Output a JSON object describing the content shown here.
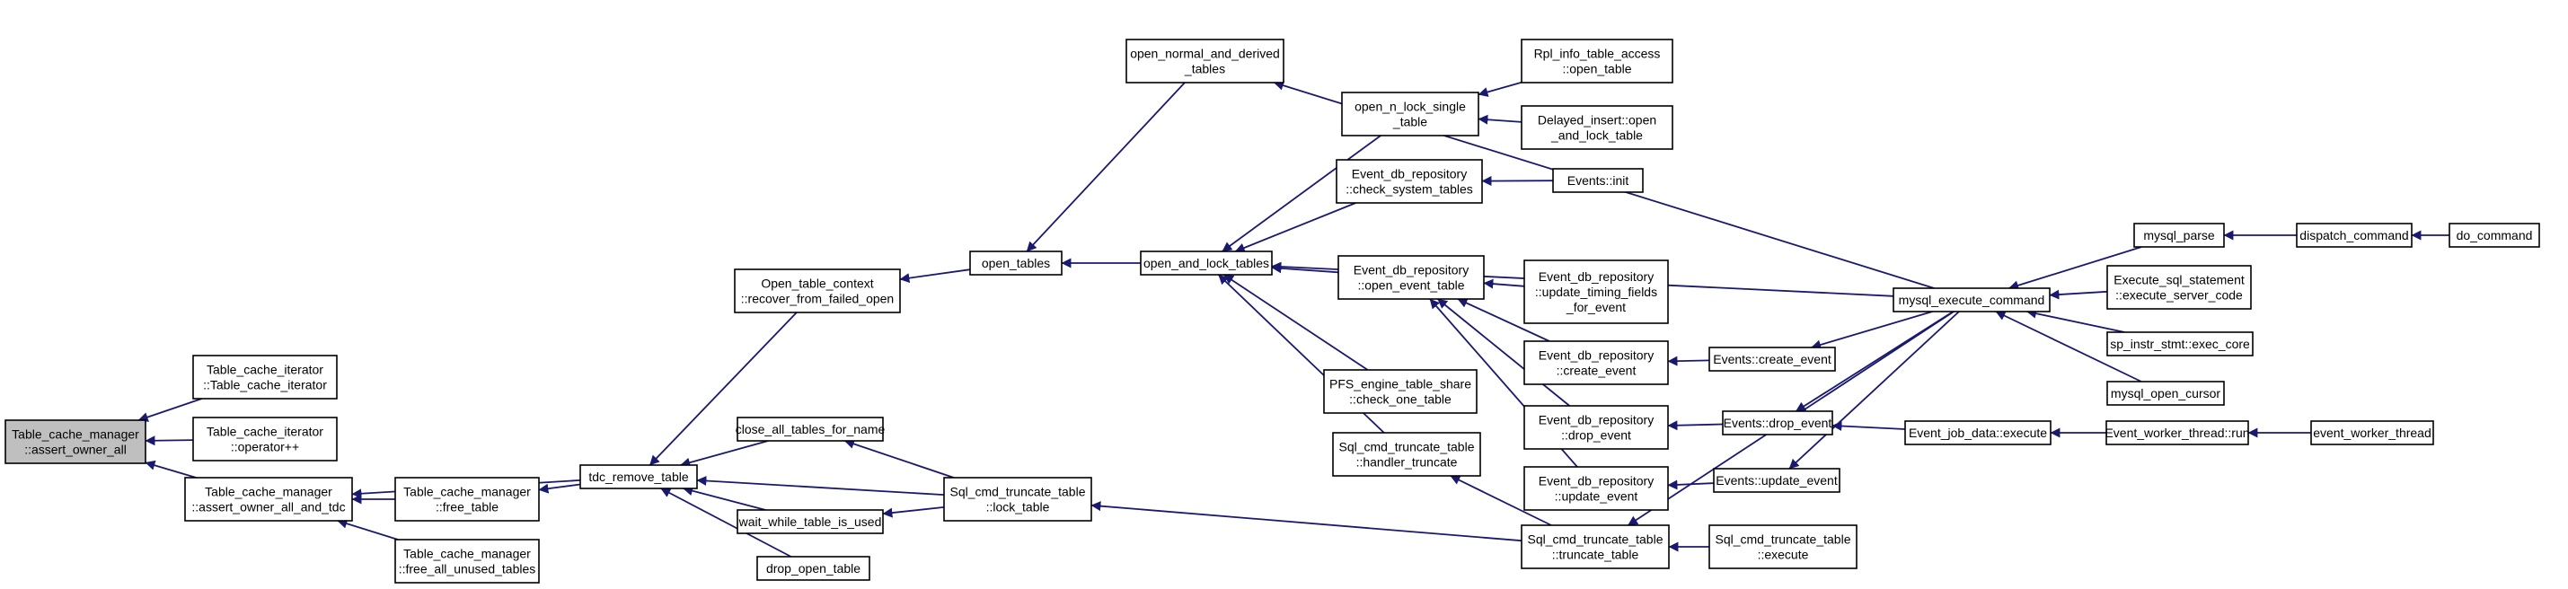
{
  "diagram": {
    "type": "call-graph",
    "colors": {
      "edge": "#191970",
      "node_border": "#000000",
      "node_fill": "#ffffff",
      "root_fill": "#bfbfbf"
    },
    "nodes": [
      {
        "id": "n0",
        "lines": [
          "Table_cache_manager",
          "::assert_owner_all"
        ]
      },
      {
        "id": "n1",
        "lines": [
          "Table_cache_iterator",
          "::Table_cache_iterator"
        ]
      },
      {
        "id": "n2",
        "lines": [
          "Table_cache_iterator",
          "::operator++"
        ]
      },
      {
        "id": "n3",
        "lines": [
          "Table_cache_manager",
          "::assert_owner_all_and_tdc"
        ]
      },
      {
        "id": "n4",
        "lines": [
          "Table_cache_manager",
          "::free_table"
        ]
      },
      {
        "id": "n5",
        "lines": [
          "Table_cache_manager",
          "::free_all_unused_tables"
        ]
      },
      {
        "id": "n6",
        "lines": [
          "tdc_remove_table"
        ]
      },
      {
        "id": "n7",
        "lines": [
          "Open_table_context",
          "::recover_from_failed_open"
        ]
      },
      {
        "id": "n8",
        "lines": [
          "close_all_tables_for_name"
        ]
      },
      {
        "id": "n9",
        "lines": [
          "wait_while_table_is_used"
        ]
      },
      {
        "id": "n10",
        "lines": [
          "drop_open_table"
        ]
      },
      {
        "id": "n11",
        "lines": [
          "Sql_cmd_truncate_table",
          "::lock_table"
        ]
      },
      {
        "id": "n12",
        "lines": [
          "open_tables"
        ]
      },
      {
        "id": "n13",
        "lines": [
          "open_normal_and_derived",
          "_tables"
        ]
      },
      {
        "id": "n14",
        "lines": [
          "open_and_lock_tables"
        ]
      },
      {
        "id": "n15",
        "lines": [
          "open_n_lock_single",
          "_table"
        ]
      },
      {
        "id": "n16",
        "lines": [
          "Rpl_info_table_access",
          "::open_table"
        ]
      },
      {
        "id": "n17",
        "lines": [
          "Delayed_insert::open",
          "_and_lock_table"
        ]
      },
      {
        "id": "n18",
        "lines": [
          "Event_db_repository",
          "::check_system_tables"
        ]
      },
      {
        "id": "n19",
        "lines": [
          "Events::init"
        ]
      },
      {
        "id": "n20",
        "lines": [
          "Event_db_repository",
          "::open_event_table"
        ]
      },
      {
        "id": "n21",
        "lines": [
          "Event_db_repository",
          "::update_timing_fields",
          "_for_event"
        ]
      },
      {
        "id": "n22",
        "lines": [
          "Event_db_repository",
          "::create_event"
        ]
      },
      {
        "id": "n23",
        "lines": [
          "Event_db_repository",
          "::drop_event"
        ]
      },
      {
        "id": "n24",
        "lines": [
          "Event_db_repository",
          "::update_event"
        ]
      },
      {
        "id": "n25",
        "lines": [
          "PFS_engine_table_share",
          "::check_one_table"
        ]
      },
      {
        "id": "n26",
        "lines": [
          "Sql_cmd_truncate_table",
          "::handler_truncate"
        ]
      },
      {
        "id": "n27",
        "lines": [
          "Sql_cmd_truncate_table",
          "::truncate_table"
        ]
      },
      {
        "id": "n28",
        "lines": [
          "Sql_cmd_truncate_table",
          "::execute"
        ]
      },
      {
        "id": "n29",
        "lines": [
          "Events::create_event"
        ]
      },
      {
        "id": "n30",
        "lines": [
          "Events::drop_event"
        ]
      },
      {
        "id": "n31",
        "lines": [
          "Events::update_event"
        ]
      },
      {
        "id": "n32",
        "lines": [
          "mysql_execute_command"
        ]
      },
      {
        "id": "n33",
        "lines": [
          "Event_job_data::execute"
        ]
      },
      {
        "id": "n34",
        "lines": [
          "Event_worker_thread::run"
        ]
      },
      {
        "id": "n35",
        "lines": [
          "event_worker_thread"
        ]
      },
      {
        "id": "n36",
        "lines": [
          "mysql_parse"
        ]
      },
      {
        "id": "n37",
        "lines": [
          "dispatch_command"
        ]
      },
      {
        "id": "n38",
        "lines": [
          "do_command"
        ]
      },
      {
        "id": "n39",
        "lines": [
          "Execute_sql_statement",
          "::execute_server_code"
        ]
      },
      {
        "id": "n40",
        "lines": [
          "sp_instr_stmt::exec_core"
        ]
      },
      {
        "id": "n41",
        "lines": [
          "mysql_open_cursor"
        ]
      }
    ],
    "edges": [
      [
        "n1",
        "n0"
      ],
      [
        "n2",
        "n0"
      ],
      [
        "n3",
        "n0"
      ],
      [
        "n4",
        "n3"
      ],
      [
        "n5",
        "n3"
      ],
      [
        "n6",
        "n3"
      ],
      [
        "n6",
        "n4"
      ],
      [
        "n7",
        "n6"
      ],
      [
        "n8",
        "n6"
      ],
      [
        "n9",
        "n6"
      ],
      [
        "n10",
        "n6"
      ],
      [
        "n11",
        "n6"
      ],
      [
        "n11",
        "n8"
      ],
      [
        "n11",
        "n9"
      ],
      [
        "n12",
        "n7"
      ],
      [
        "n14",
        "n12"
      ],
      [
        "n13",
        "n12"
      ],
      [
        "n15",
        "n14"
      ],
      [
        "n18",
        "n14"
      ],
      [
        "n20",
        "n14"
      ],
      [
        "n25",
        "n14"
      ],
      [
        "n26",
        "n14"
      ],
      [
        "n32",
        "n14"
      ],
      [
        "n16",
        "n15"
      ],
      [
        "n17",
        "n15"
      ],
      [
        "n19",
        "n18"
      ],
      [
        "n21",
        "n20"
      ],
      [
        "n22",
        "n20"
      ],
      [
        "n23",
        "n20"
      ],
      [
        "n24",
        "n20"
      ],
      [
        "n29",
        "n22"
      ],
      [
        "n30",
        "n23"
      ],
      [
        "n31",
        "n24"
      ],
      [
        "n32",
        "n29"
      ],
      [
        "n32",
        "n30"
      ],
      [
        "n33",
        "n30"
      ],
      [
        "n32",
        "n31"
      ],
      [
        "n27",
        "n26"
      ],
      [
        "n27",
        "n11"
      ],
      [
        "n28",
        "n27"
      ],
      [
        "n32",
        "n27"
      ],
      [
        "n32",
        "n13"
      ],
      [
        "n34",
        "n33"
      ],
      [
        "n35",
        "n34"
      ],
      [
        "n36",
        "n32"
      ],
      [
        "n37",
        "n36"
      ],
      [
        "n38",
        "n37"
      ],
      [
        "n39",
        "n32"
      ],
      [
        "n40",
        "n32"
      ],
      [
        "n41",
        "n32"
      ]
    ]
  }
}
